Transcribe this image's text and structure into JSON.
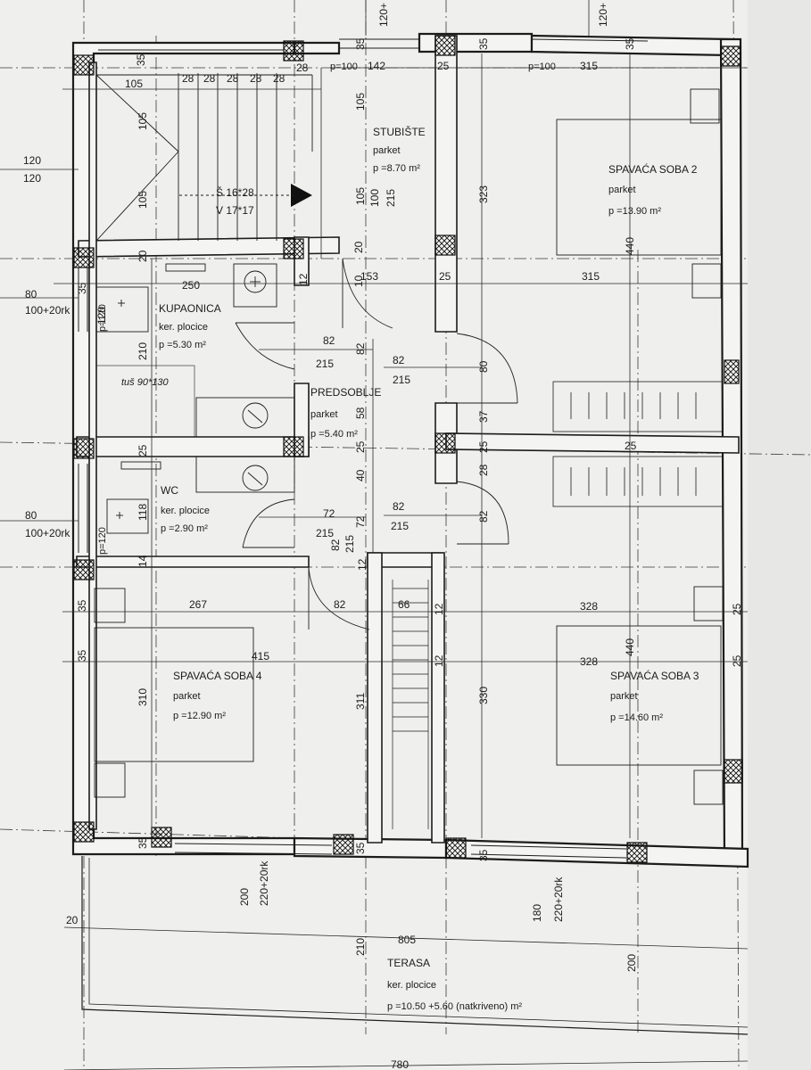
{
  "rooms": {
    "stubiste": {
      "name": "STUBIŠTE",
      "floor": "parket",
      "area": "p =8.70 m²"
    },
    "soba2": {
      "name": "SPAVAĆA SOBA 2",
      "floor": "parket",
      "area": "p =13.90 m²"
    },
    "kupaonica": {
      "name": "KUPAONICA",
      "floor": "ker. plocice",
      "area": "p =5.30 m²"
    },
    "predsoblje": {
      "name": "PREDSOBLJE",
      "floor": "parket",
      "area": "p =5.40 m²"
    },
    "wc": {
      "name": "WC",
      "floor": "ker. plocice",
      "area": "p =2.90 m²"
    },
    "soba4": {
      "name": "SPAVAĆA SOBA 4",
      "floor": "parket",
      "area": "p =12.90 m²"
    },
    "soba3": {
      "name": "SPAVAĆA SOBA 3",
      "floor": "parket",
      "area": "p =14.60 m²"
    },
    "terasa": {
      "name": "TERASA",
      "floor": "ker. plocice",
      "area": "p =10.50 +5.60 (natkriveno) m²"
    }
  },
  "labels": {
    "stair_spec_1": "Š 16*28",
    "stair_spec_2": "V 17*17",
    "shower": "tuš 90*130",
    "p100_a": "p=100",
    "p100_b": "p=100",
    "p120_a": "p=120",
    "p120_b": "p=120"
  },
  "window_marks": {
    "w1_top": "120",
    "w1_bot": "120",
    "w2_top": "80",
    "w2_bot": "100+20rk",
    "w3_top": "80",
    "w3_bot": "100+20rk",
    "w4_top": "200",
    "w4_bot": "220+20rk",
    "w5_top": "180",
    "w5_bot": "220+20rk",
    "top_a": "120+",
    "top_b": "120+"
  },
  "dimensions": {
    "d35a": "35",
    "d105a": "105",
    "s28_1": "28",
    "s28_2": "28",
    "s28_3": "28",
    "s28_4": "28",
    "s28_5": "28",
    "s28_6": "28",
    "d142": "142",
    "d35b": "35",
    "d25a": "25",
    "d315a": "315",
    "d35c": "35",
    "d105b": "105",
    "d105c": "105",
    "d105d": "105",
    "d100": "100",
    "d215a": "215",
    "d323": "323",
    "d105e": "105",
    "d20a": "20",
    "d20b": "20",
    "d440a": "440",
    "d250": "250",
    "d12a": "12",
    "d10": "10",
    "d153": "153",
    "d25b": "25",
    "d315b": "315",
    "d35d": "35",
    "d120": "120",
    "d82a": "82",
    "d215b": "215",
    "d82b": "82",
    "d82c": "82",
    "d215c": "215",
    "d80": "80",
    "d210a": "210",
    "d58": "58",
    "d37": "37",
    "d25c": "25",
    "d25d": "25",
    "d25e": "25",
    "d25f": "25",
    "d28": "28",
    "d40": "40",
    "d118": "118",
    "d72a": "72",
    "d215d": "215",
    "d72b": "72",
    "d82d": "82",
    "d215e": "215",
    "d82e": "82",
    "d82f": "82",
    "d215f": "215",
    "d14": "14",
    "d12b": "12",
    "d35e": "35",
    "d267": "267",
    "d82g": "82",
    "d66": "66",
    "d12c": "12",
    "d328a": "328",
    "d25g": "25",
    "d35f": "35",
    "d415": "415",
    "d12d": "12",
    "d328b": "328",
    "d440b": "440",
    "d25h": "25",
    "d310": "310",
    "d311": "311",
    "d330": "330",
    "d35g": "35",
    "d35h": "35",
    "d35i": "35",
    "d20c": "20",
    "d210b": "210",
    "d805": "805",
    "d200": "200",
    "d780": "780"
  }
}
